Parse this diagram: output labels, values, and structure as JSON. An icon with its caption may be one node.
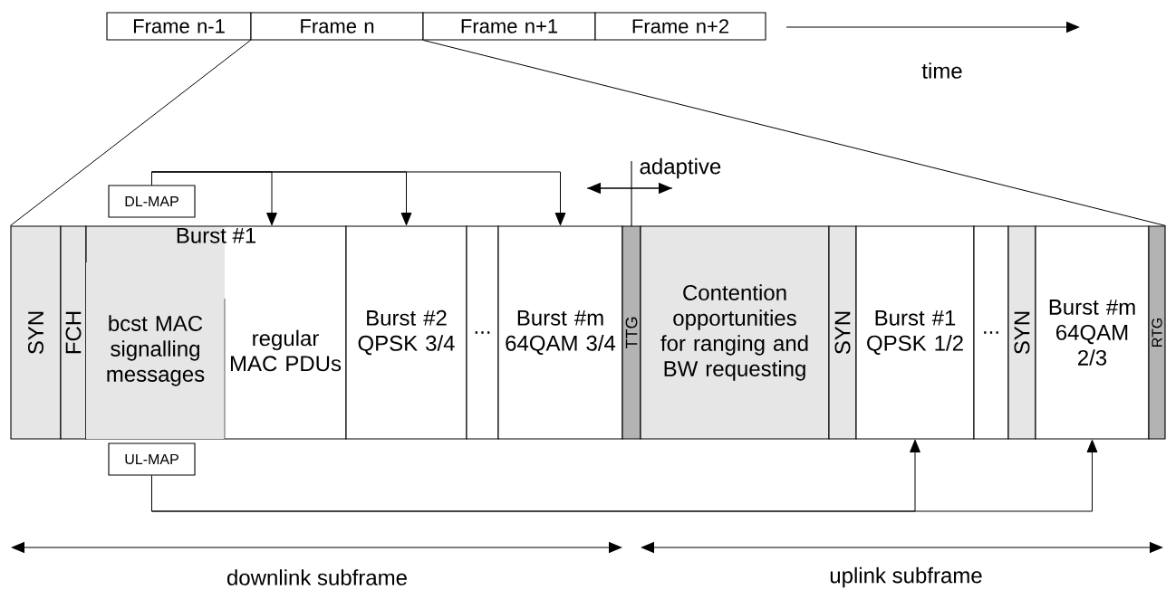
{
  "diagram": {
    "nodes": [
      {
        "text": [
          "Frame n-1"
        ]
      },
      {
        "text": [
          "Frame n"
        ]
      },
      {
        "text": [
          "Frame n+1"
        ]
      },
      {
        "text": [
          "Frame n+2"
        ]
      },
      {
        "text": [
          "DL-MAP"
        ]
      },
      {
        "text": [
          "SYN"
        ]
      },
      {
        "text": [
          "FCH"
        ]
      },
      {
        "text": [
          "Burst #1"
        ]
      },
      {
        "text": [
          "bcst MAC signalling messages"
        ],
        "in": 7
      },
      {
        "text": [
          "regular MAC PDUs"
        ],
        "in": 7
      },
      {
        "text": [
          "Burst #2 QPSK 3/4"
        ]
      },
      {
        "text": [
          "..."
        ]
      },
      {
        "text": [
          "Burst #m 64QAM 3/4"
        ]
      },
      {
        "text": [
          "TTG"
        ]
      },
      {
        "text": [
          "Contention opportunities for ranging and BW requesting"
        ]
      },
      {
        "text": [
          "SYN"
        ]
      },
      {
        "text": [
          "Burst #1 QPSK 1/2"
        ]
      },
      {
        "text": [
          "..."
        ]
      },
      {
        "text": [
          "SYN"
        ]
      },
      {
        "text": [
          "Burst #m 64QAM 2/3"
        ]
      },
      {
        "text": [
          "RTG"
        ]
      },
      {
        "text": [
          "UL-MAP"
        ]
      }
    ],
    "edges": [
      {
        "from": 1,
        "to": 5,
        "arrow": "none"
      },
      {
        "from": 1,
        "to": 20,
        "arrow": "none"
      },
      {
        "from": 4,
        "to": 7,
        "arrow": "to"
      },
      {
        "from": 4,
        "to": 10,
        "arrow": "to"
      },
      {
        "from": 4,
        "to": 12,
        "arrow": "to"
      },
      {
        "from": 21,
        "to": 16,
        "arrow": "to"
      },
      {
        "from": 21,
        "to": 19,
        "arrow": "to"
      }
    ],
    "labels": [
      "time",
      "adaptive",
      "downlink subframe",
      "uplink subframe"
    ]
  }
}
